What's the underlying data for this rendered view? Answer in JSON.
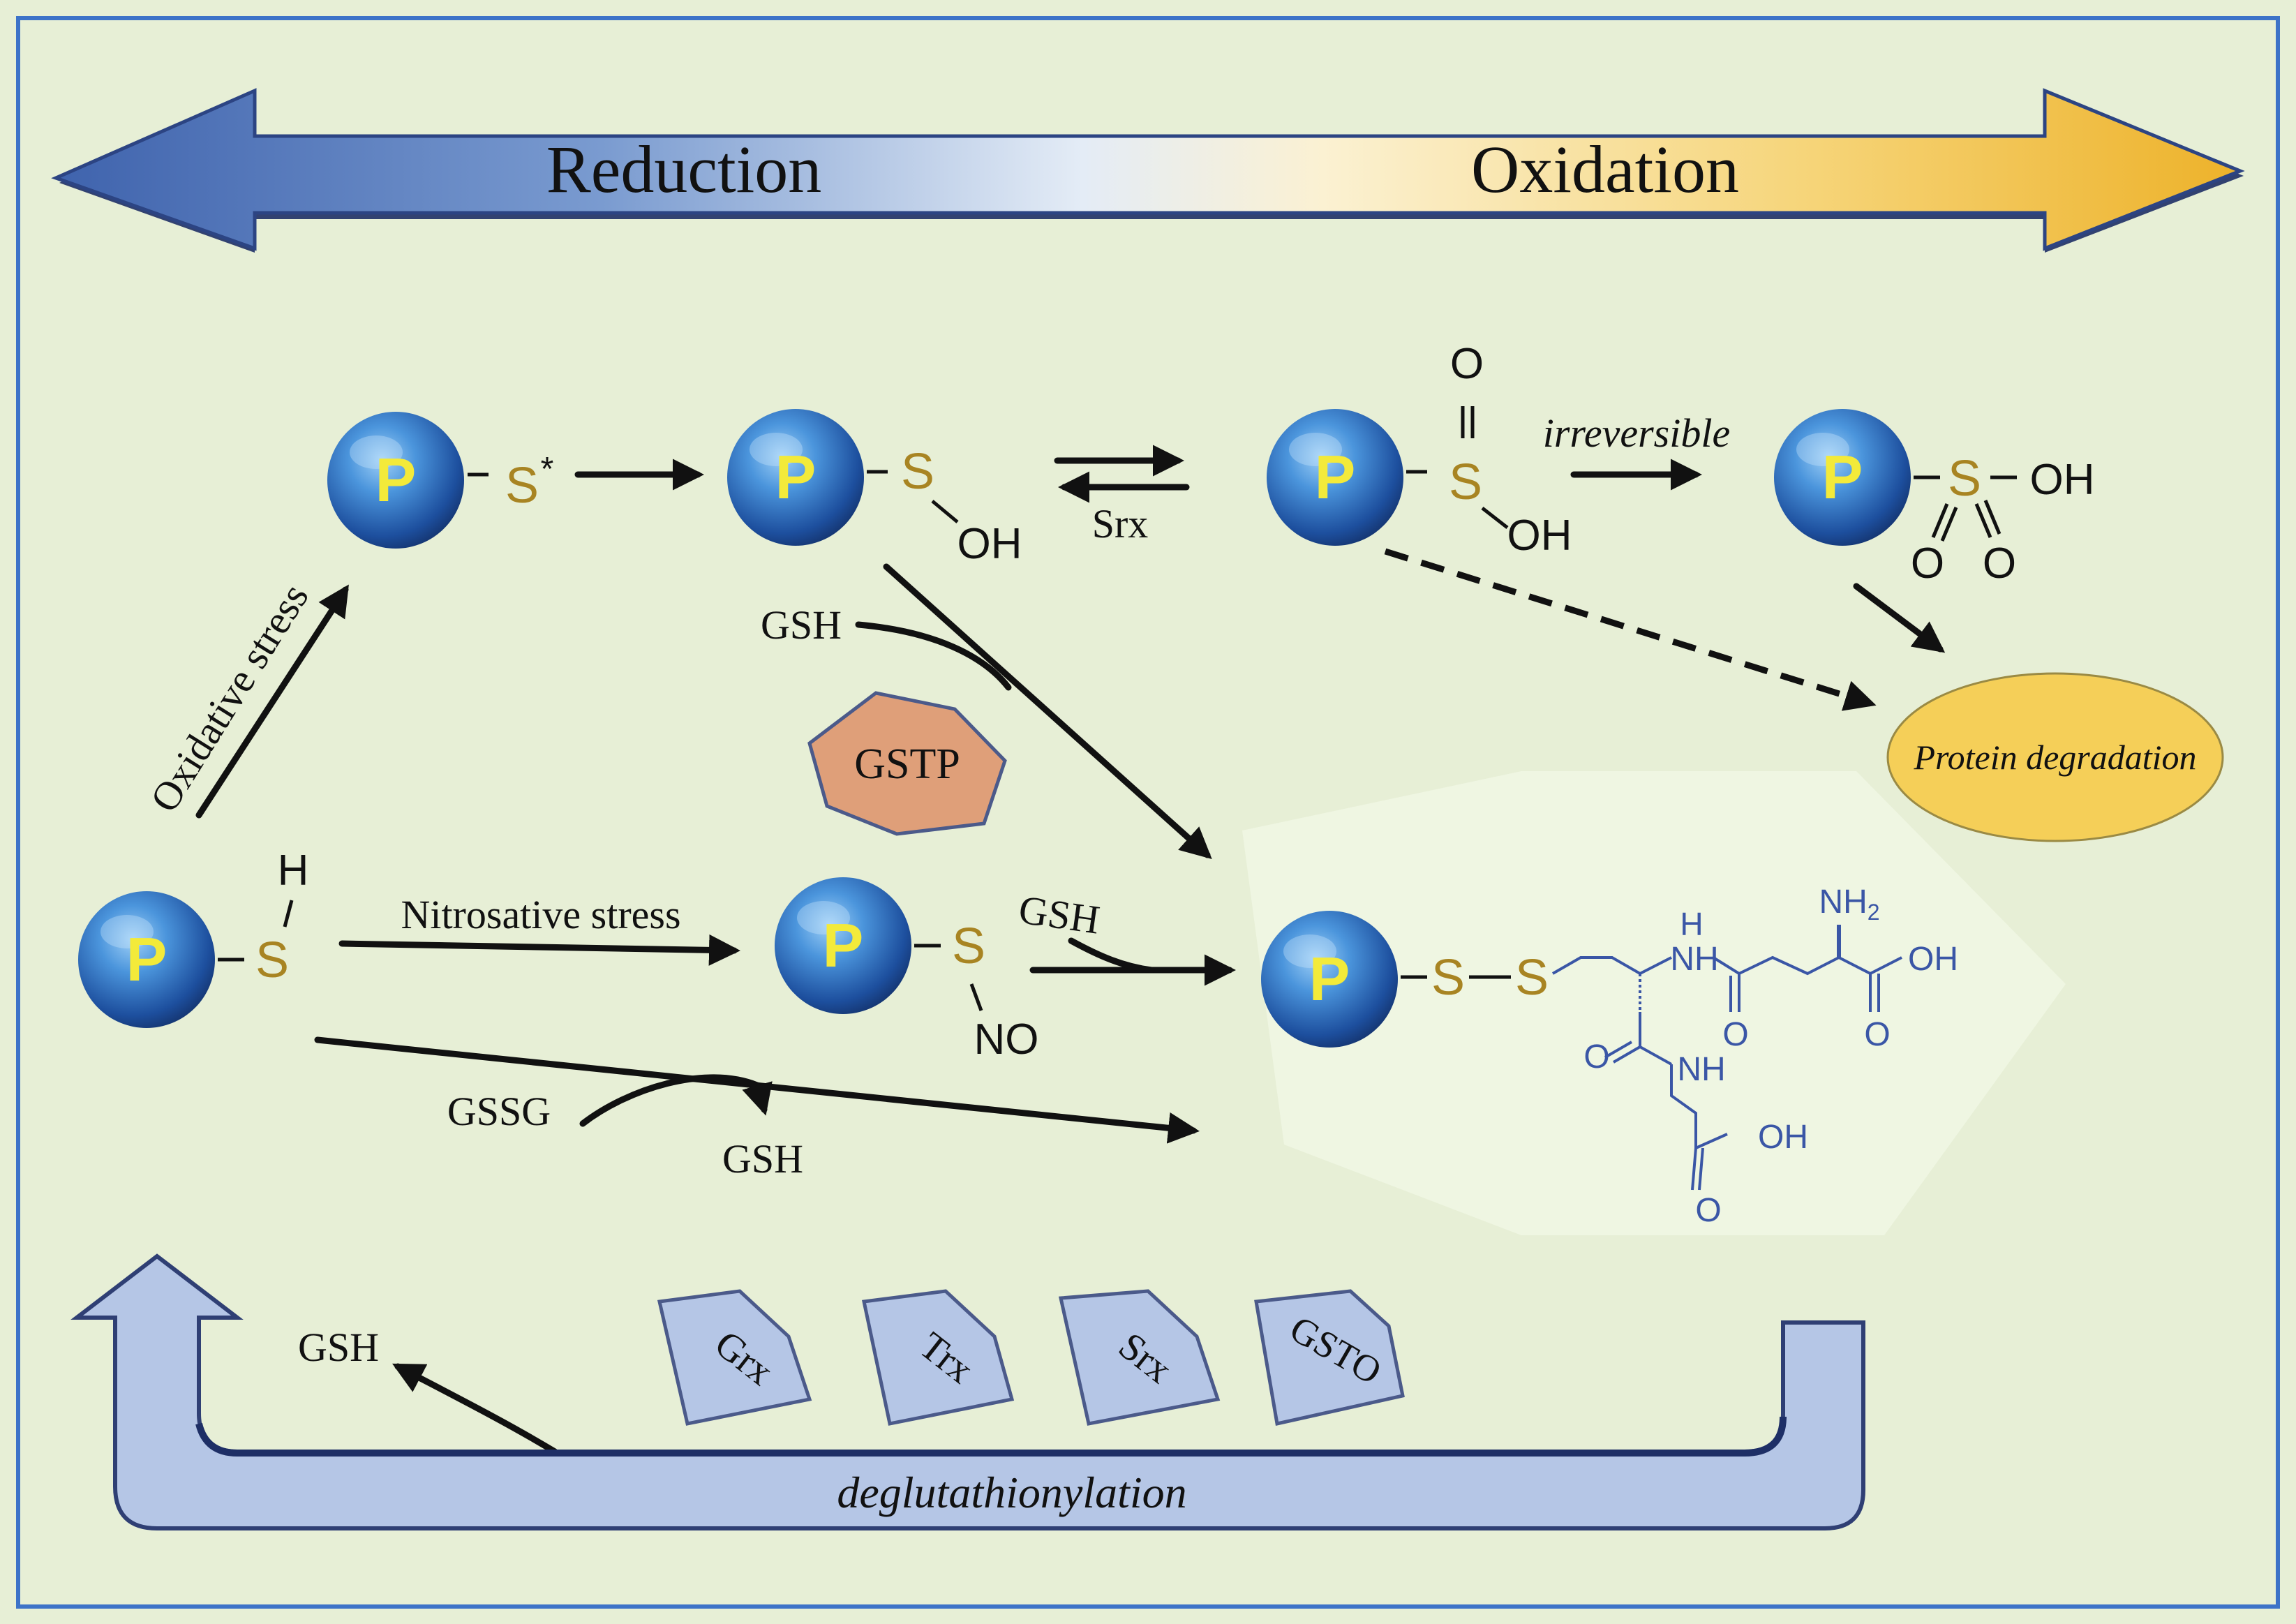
{
  "colors": {
    "background": "#e7efd6",
    "frame": "#3d73c8",
    "reduction_blue": "#4a6fb3",
    "oxidation_gold": "#efb62c",
    "sulfur": "#a88422",
    "protein_label": "#f3ea3a",
    "glutathione": "#3a56a6",
    "gstp_fill": "#df9f79",
    "enzyme_fill": "#b5c6e6",
    "degradation_fill": "#f5cf58"
  },
  "header": {
    "left_label": "Reduction",
    "right_label": "Oxidation"
  },
  "protein_label": "P",
  "labels": {
    "s": "S",
    "star": "*",
    "h": "H",
    "oh": "OH",
    "o": "O",
    "no": "NO",
    "srx": "Srx",
    "irreversible": "irreversible",
    "oxidative_stress": "Oxidative stress",
    "nitrosative_stress": "Nitrosative stress",
    "gsh": "GSH",
    "gssg": "GSSG",
    "gstp": "GSTP",
    "protein_degradation": "Protein degradation",
    "deglutathionylation": "deglutathionylation"
  },
  "glutathione": {
    "nh2": "NH",
    "nh2_sub": "2",
    "nh_top": "NH",
    "nh_bottom": "NH",
    "oh_right": "OH",
    "oh_bottom": "OH",
    "o_amide": "O",
    "o_acid": "O",
    "o_left": "O",
    "o_gly": "O",
    "h": "H"
  },
  "enzymes": [
    "Grx",
    "Trx",
    "Srx",
    "GSTO"
  ]
}
